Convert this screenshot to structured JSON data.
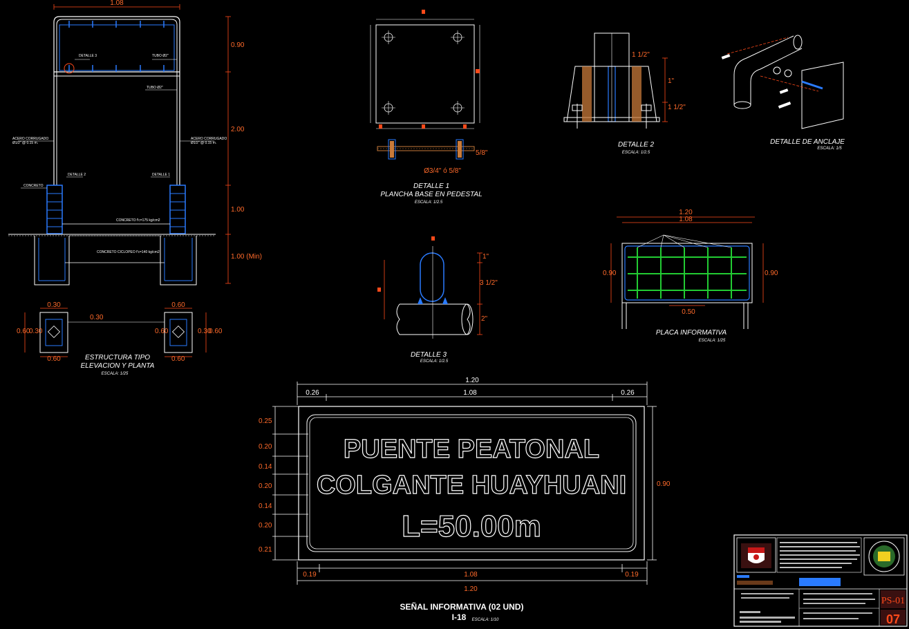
{
  "colors": {
    "background": "#000000",
    "outline": "#ffffff",
    "dimension": "#ff4a1a",
    "steel": "#2a7bff",
    "rebar": "#22cc33",
    "weld": "#c87a3a"
  },
  "structure": {
    "top_width": "1.08",
    "right_dims": [
      "0.90",
      "2.00",
      "1.00",
      "1.00 (Min)"
    ],
    "title": "ESTRUCTURA TIPO",
    "subtitle": "ELEVACION Y PLANTA",
    "scale": "ESCALA: 1/25",
    "plan_dims": [
      "0.30",
      "0.60",
      "0.30",
      "0.60",
      "0.60",
      "0.60",
      "0.60",
      "0.30",
      "0.30"
    ],
    "plan_dim_bottom": "0.60"
  },
  "detalle1": {
    "title": "DETALLE 1",
    "subtitle": "PLANCHA BASE EN PEDESTAL",
    "scale": "ESCALA: 1/2.5",
    "thickness": "5/8\"",
    "bolts": "Ø3/4\" ó 5/8\""
  },
  "detalle2": {
    "title": "DETALLE 2",
    "scale": "ESCALA: 1/2.5",
    "dims": [
      "1 1/2\"",
      "1\"",
      "1 1/2\""
    ]
  },
  "detalle3": {
    "title": "DETALLE 3",
    "scale": "ESCALA: 1/2.5",
    "dims": [
      "1\"",
      "3 1/2\"",
      "2\""
    ]
  },
  "anclaje": {
    "title": "DETALLE DE ANCLAJE",
    "scale": "ESCALA: 1/5"
  },
  "placa": {
    "title": "PLACA INFORMATIVA",
    "scale": "ESCALA: 1/25",
    "dims_top": [
      "1.20",
      "1.08"
    ],
    "dim_left": "0.90",
    "dim_right": "0.90",
    "dim_bottom": "0.50"
  },
  "sign": {
    "line1": "PUENTE PEATONAL",
    "line2": "COLGANTE HUAYHUANI",
    "line3": "L=50.00m",
    "top_total": "1.20",
    "top_parts": [
      "0.26",
      "1.08",
      "0.26"
    ],
    "bottom_parts": [
      "0.19",
      "1.08",
      "0.19"
    ],
    "bottom_total": "1.20",
    "left_dims": [
      "0.25",
      "0.20",
      "0.14",
      "0.20",
      "0.14",
      "0.20",
      "0.21"
    ],
    "right_dim": "0.90",
    "caption": "SEÑAL INFORMATIVA (02 UND)",
    "code": "I-18",
    "scale": "ESCALA: 1/10"
  },
  "title_block": {
    "sheet_code": "PS-01",
    "sheet_number": "07"
  }
}
